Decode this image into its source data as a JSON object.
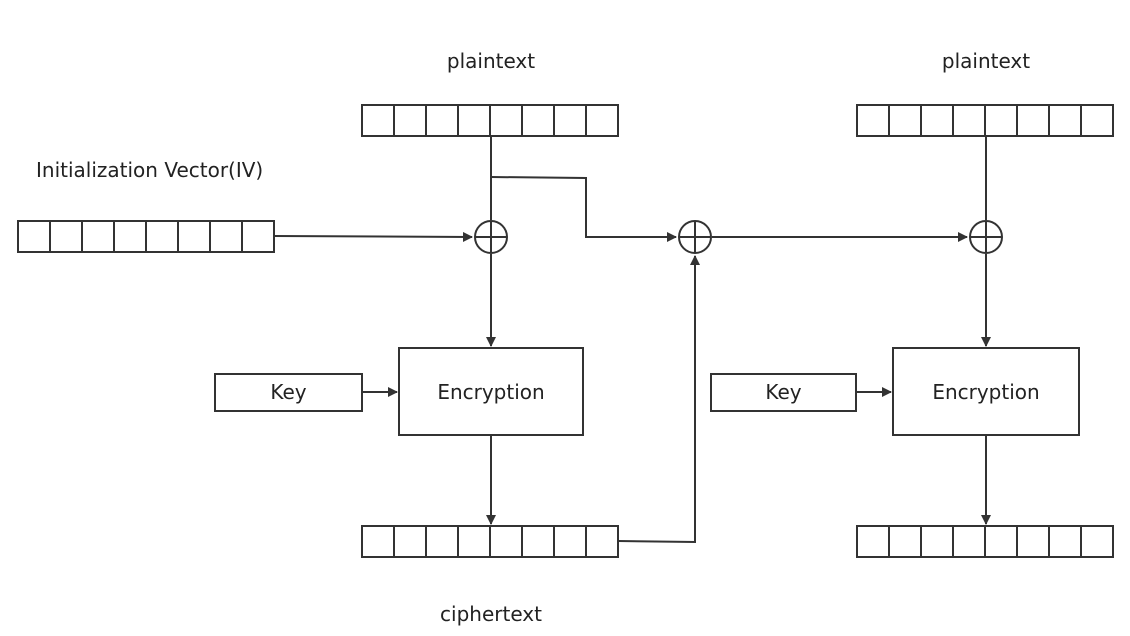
{
  "labels": {
    "plaintext_left": "plaintext",
    "plaintext_right": "plaintext",
    "iv": "Initialization Vector(IV)",
    "ciphertext": "ciphertext"
  },
  "keys": {
    "left": "Key",
    "right": "Key"
  },
  "encryption": {
    "left": "Encryption",
    "right": "Encryption"
  },
  "colors": {
    "stroke": "#333333",
    "text": "#222222",
    "background": "#ffffff"
  }
}
